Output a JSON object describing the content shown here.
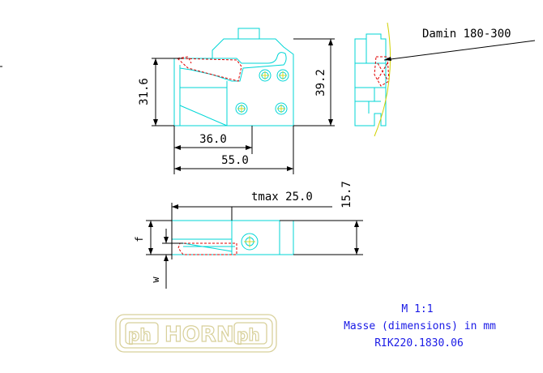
{
  "dimensions": {
    "height_left": "31.6",
    "height_right": "39.2",
    "width_inner": "36.0",
    "width_total": "55.0",
    "tmax": "tmax 25.0",
    "height_side": "15.7",
    "f_label": "f",
    "w_label": "w"
  },
  "annotation": {
    "damin": "Damin 180-300"
  },
  "notes": {
    "scale": "M 1:1",
    "units": "Masse (dimensions) in mm",
    "part_number": "RIK220.1830.06"
  },
  "logo": {
    "text": "HORN",
    "mark_left": "ph",
    "mark_right": "ph"
  },
  "colors": {
    "part_outline": "#00d6d6",
    "insert_dashed": "#e00000",
    "dimension": "#000000",
    "note_text": "#1a1ae6",
    "logo": "#d8d09a",
    "workpiece_arc": "#d0d000"
  }
}
